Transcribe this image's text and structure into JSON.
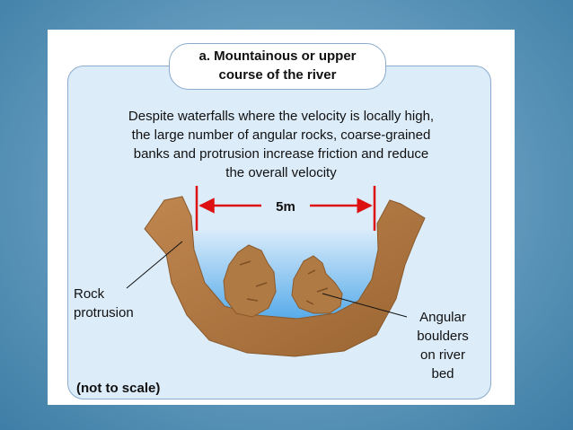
{
  "title": [
    "a. Mountainous or upper",
    "course of the river"
  ],
  "description": [
    "Despite waterfalls where the velocity is locally high,",
    "the large number of angular rocks, coarse-grained",
    "banks and protrusion increase friction and reduce",
    "the overall velocity"
  ],
  "width_label": "5m",
  "labels": {
    "rock_protrusion": [
      "Rock",
      "protrusion"
    ],
    "angular_boulders": [
      "Angular",
      "boulders",
      "on river",
      "bed"
    ],
    "not_to_scale": "(not to scale)"
  },
  "colors": {
    "bank": "#b07a44",
    "water": "#8ec4ee",
    "arrow": "#dd1111",
    "panel": "#dcecf9"
  }
}
